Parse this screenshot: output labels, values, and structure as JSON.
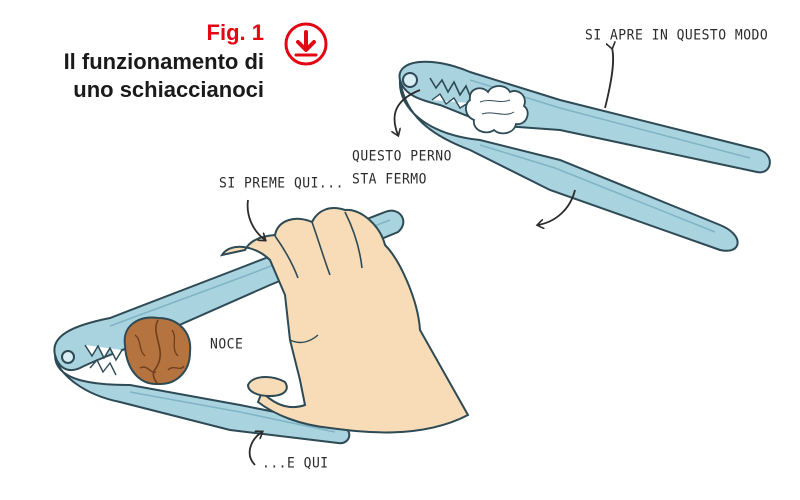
{
  "figure": {
    "number_label": "Fig. 1",
    "title_line1": "Il funzionamento di",
    "title_line2": "uno schiaccianoci",
    "accent_color": "#e30613"
  },
  "download": {
    "icon": "download-arrow-icon"
  },
  "annotations": {
    "opens": "SI APRE IN QUESTO MODO",
    "pivot_line1": "QUESTO PERNO",
    "pivot_line2": "STA FERMO",
    "press_here": "SI PREME QUI...",
    "and_here": "...E QUI",
    "nut": "NOCE"
  },
  "colors": {
    "tool_fill": "#a9d3df",
    "tool_stroke": "#2d4a55",
    "hand_fill": "#f8dcb8",
    "nut_fill": "#b4733f",
    "kernel_fill": "#ffffff"
  }
}
